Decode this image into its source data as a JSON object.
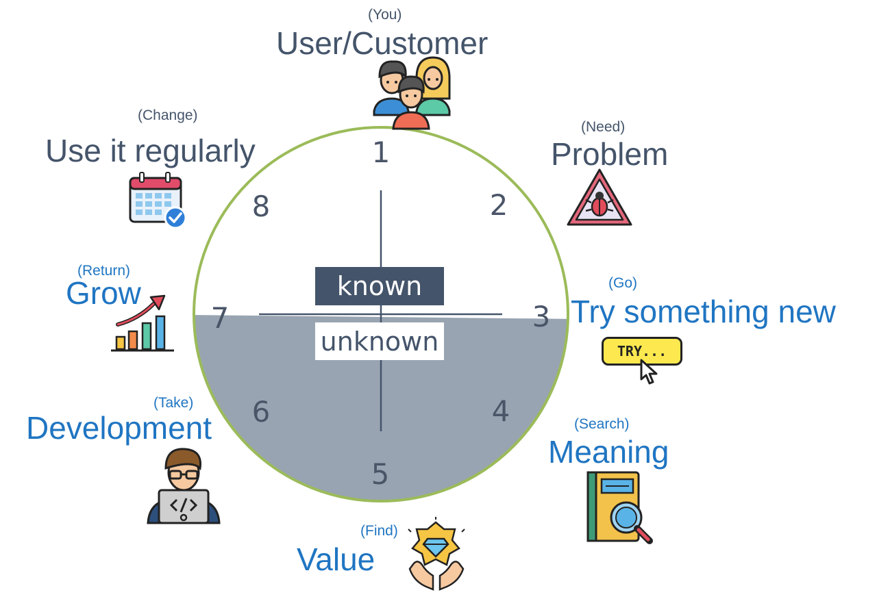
{
  "center": {
    "known": "known",
    "unknown": "unknown"
  },
  "clock_numbers": [
    "1",
    "2",
    "3",
    "4",
    "5",
    "6",
    "7",
    "8"
  ],
  "stages": [
    {
      "number": "1",
      "sub": "(You)",
      "title": "User/Customer",
      "icon": "user-group-icon"
    },
    {
      "number": "2",
      "sub": "(Need)",
      "title": "Problem",
      "icon": "warning-bug-icon"
    },
    {
      "number": "3",
      "sub": "(Go)",
      "title": "Try something new",
      "icon": "try-button-icon"
    },
    {
      "number": "4",
      "sub": "(Search)",
      "title": "Meaning",
      "icon": "book-search-icon"
    },
    {
      "number": "5",
      "sub": "(Find)",
      "title": "Value",
      "icon": "diamond-hands-icon"
    },
    {
      "number": "6",
      "sub": "(Take)",
      "title": "Development",
      "icon": "developer-laptop-icon"
    },
    {
      "number": "7",
      "sub": "(Return)",
      "title": "Grow",
      "icon": "growth-chart-icon"
    },
    {
      "number": "8",
      "sub": "(Change)",
      "title": "Use it regularly",
      "icon": "calendar-check-icon"
    }
  ],
  "icon_text": {
    "try_button": "TRY..."
  },
  "colors": {
    "circle_outline": "#9bbb59",
    "unknown_fill": "#98a4b1",
    "known_label_bg": "#44546a",
    "dark_text": "#44546a",
    "blue_text": "#1f75c2"
  }
}
